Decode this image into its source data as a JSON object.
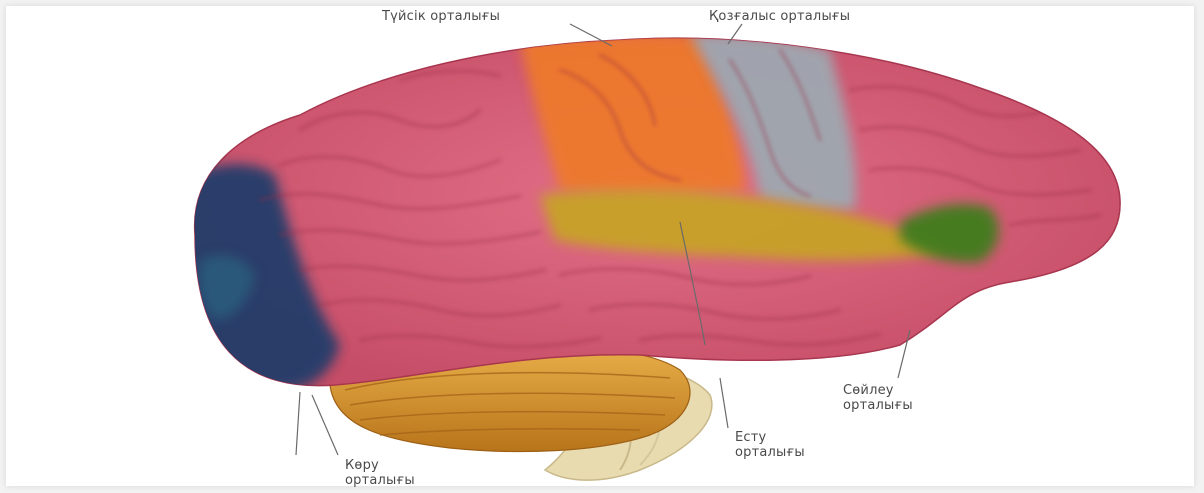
{
  "figure": {
    "palette": {
      "cortex": "#d9627a",
      "sensory": "#ee7a2a",
      "motor": "#9ea8b0",
      "auditory": "#c7a227",
      "speech": "#3f7d1f",
      "visual": "#243c6a",
      "cerebellum": "#d79a2b",
      "brainstem": "#eadfb0"
    },
    "labels": {
      "sensory": [
        "Түйсік орталығы"
      ],
      "motor": [
        "Қозғалыс орталығы"
      ],
      "speech": [
        "Сөйлеу",
        "орталығы"
      ],
      "hearing": [
        "Есту",
        "орталығы"
      ],
      "vision": [
        "Көру",
        "орталығы"
      ]
    }
  }
}
